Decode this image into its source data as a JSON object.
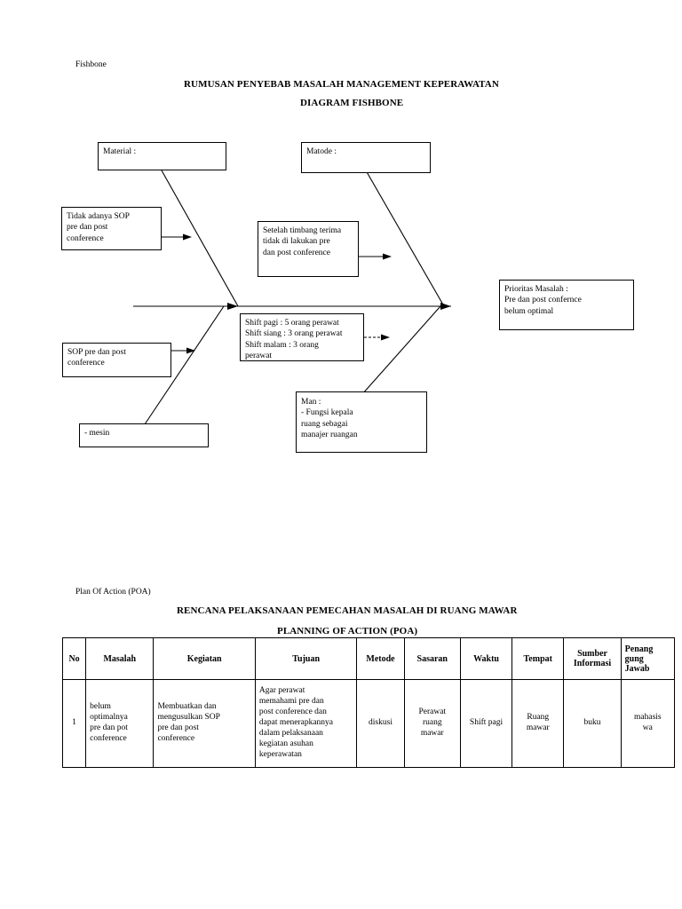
{
  "document": {
    "section1_label": "Fishbone",
    "section1_title_line1": "RUMUSAN PENYEBAB MASALAH MANAGEMENT KEPERAWATAN",
    "section1_title_line2": "DIAGRAM FISHBONE",
    "section2_label": "Plan Of Action (POA)",
    "section2_title_line1": "RENCANA PELAKSANAAN PEMECAHAN MASALAH DI RUANG MAWAR",
    "section2_title_line2": "PLANNING OF ACTION (POA)"
  },
  "fishbone": {
    "categories": [
      {
        "name": "material",
        "label": "Material :"
      },
      {
        "name": "matode",
        "label": "Matode :"
      },
      {
        "name": "man",
        "label": "Man :\n-     Fungsi kepala\n      ruang sebagai\n      manajer ruangan"
      }
    ],
    "causes": [
      {
        "name": "cause-material-1",
        "text": "Tidak adanya SOP\npre dan post\nconference"
      },
      {
        "name": "cause-matode-1",
        "text": "Setelah timbang terima\ntidak di lakukan pre\ndan post conference"
      },
      {
        "name": "cause-shift",
        "text": "Shift pagi : 5 orang perawat\nShift siang : 3 orang perawat\nShift malam : 3 orang\nperawat"
      },
      {
        "name": "cause-sop",
        "text": "SOP pre dan post\nconference"
      },
      {
        "name": "cause-mesin",
        "text": "-     mesin"
      }
    ],
    "effect": {
      "name": "effect-box",
      "text": "Prioritas Masalah :\nPre dan post confernce\nbelum optimal"
    }
  },
  "poa_table": {
    "headers": [
      "No",
      "Masalah",
      "Kegiatan",
      "Tujuan",
      "Metode",
      "Sasaran",
      "Waktu",
      "Tempat",
      "Sumber\nInformasi",
      "Penang\ngung\nJawab"
    ],
    "rows": [
      {
        "no": "1",
        "masalah": "belum\noptimalnya\npre dan pot\nconference",
        "kegiatan": "Membuatkan dan\nmengusulkan SOP\npre dan post\nconference",
        "tujuan": "Agar perawat\nmemahami pre dan\npost conference dan\ndapat menerapkannya\ndalam pelaksanaan\nkegiatan asuhan\nkeperawatan",
        "metode": "diskusi",
        "sasaran": "Perawat\nruang\nmawar",
        "waktu": "Shift pagi",
        "tempat": "Ruang\nmawar",
        "sumber_informasi": "buku",
        "penanggung_jawab": "mahasis\nwa"
      }
    ]
  }
}
